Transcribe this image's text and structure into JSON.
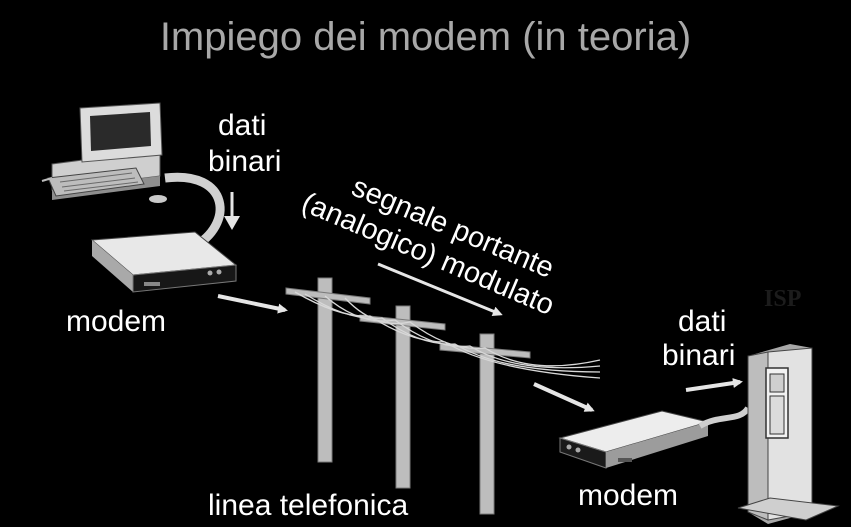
{
  "title": "Impiego dei modem (in teoria)",
  "labels": {
    "dati_binari_left": [
      "dati",
      "binari"
    ],
    "modem_left": "modem",
    "signal": [
      "segnale portante",
      "(analogico) modulato"
    ],
    "linea": "linea telefonica",
    "dati_binari_right": [
      "dati",
      "binari"
    ],
    "modem_right": "modem",
    "isp": "ISP"
  },
  "colors": {
    "background": "#000000",
    "title": "#a8a8a8",
    "text": "#ffffff",
    "pole": "#bdbdbd",
    "device": "#d9d9d9"
  },
  "icons": [
    "computer-icon",
    "modem-icon",
    "telephone-pole-icon",
    "server-tower-icon",
    "arrow-icon"
  ]
}
